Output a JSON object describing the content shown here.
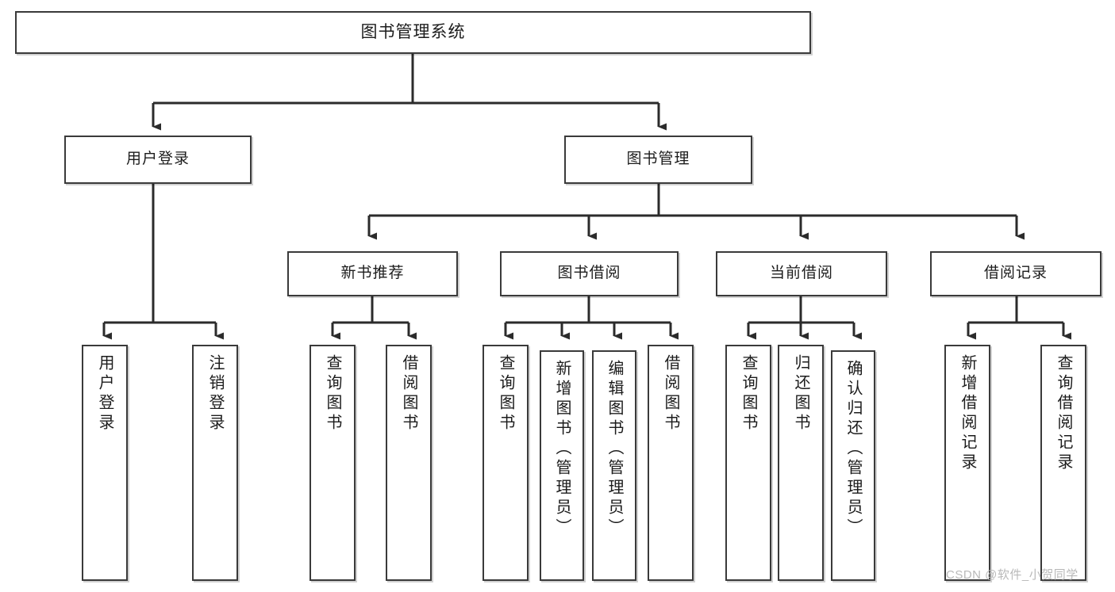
{
  "diagram": {
    "title": "图书管理系统",
    "type": "tree",
    "watermark": "CSDN @软件_小贺同学",
    "root": {
      "label": "图书管理系统"
    },
    "level2": [
      {
        "label": "用户登录"
      },
      {
        "label": "图书管理"
      }
    ],
    "level3": [
      {
        "label": "新书推荐"
      },
      {
        "label": "图书借阅"
      },
      {
        "label": "当前借阅"
      },
      {
        "label": "借阅记录"
      }
    ],
    "leaves": {
      "user_login": [
        {
          "label": "用户登录"
        },
        {
          "label": "注销登录"
        }
      ],
      "new_book_recommend": [
        {
          "label": "查询图书"
        },
        {
          "label": "借阅图书"
        }
      ],
      "book_borrow": [
        {
          "label": "查询图书"
        },
        {
          "label": "新增图书（管理员）"
        },
        {
          "label": "编辑图书（管理员）"
        },
        {
          "label": "借阅图书"
        }
      ],
      "current_borrow": [
        {
          "label": "查询图书"
        },
        {
          "label": "归还图书"
        },
        {
          "label": "确认归还（管理员）"
        }
      ],
      "borrow_record": [
        {
          "label": "新增借阅记录"
        },
        {
          "label": "查询借阅记录"
        }
      ]
    },
    "colors": {
      "box_border": "#3a3a3a",
      "box_fill": "#ffffff",
      "connector": "#2b2b2b",
      "text": "#1c1c1c",
      "watermark": "#b9b9b9"
    }
  }
}
